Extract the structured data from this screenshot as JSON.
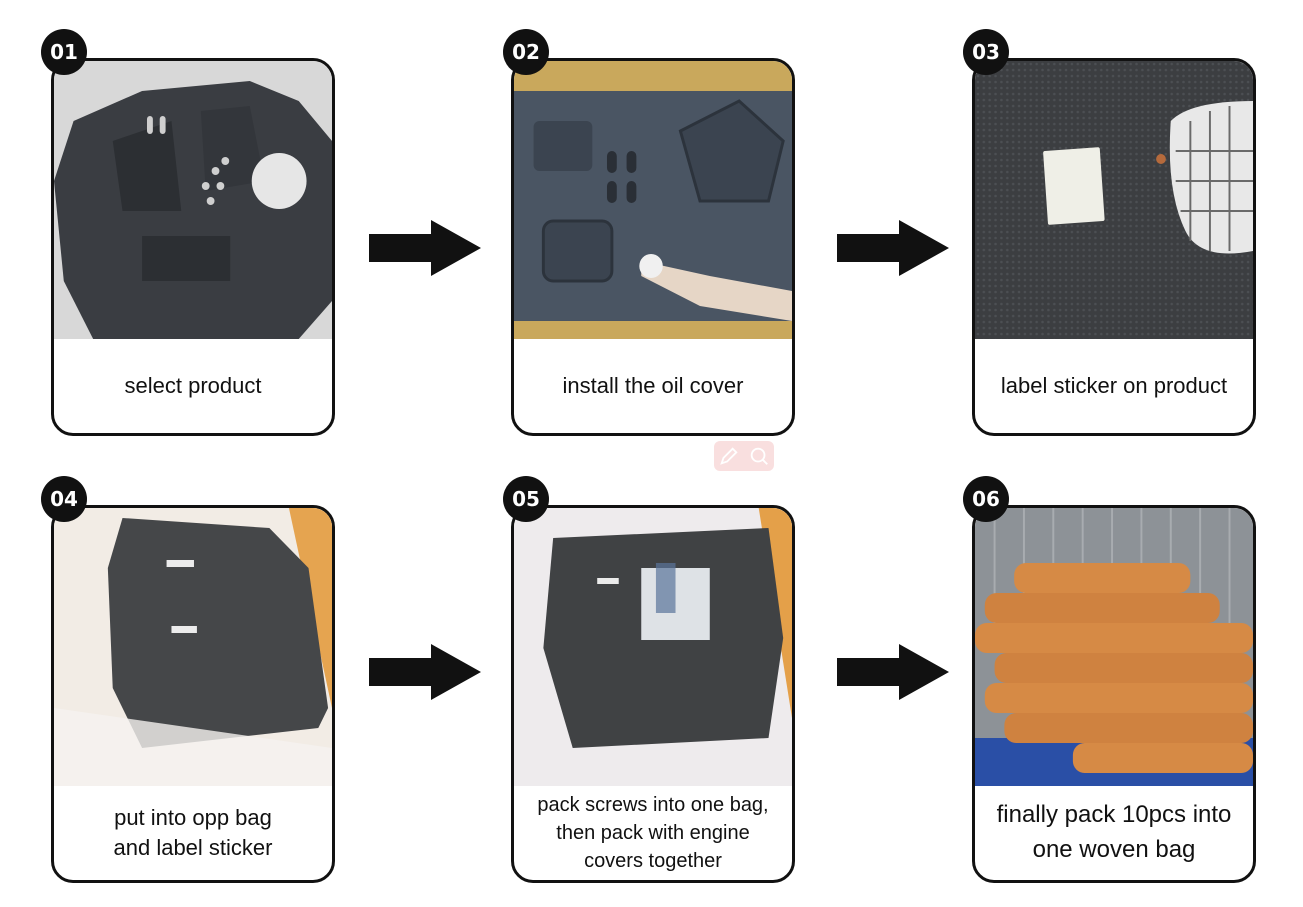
{
  "steps": [
    {
      "number": "01",
      "caption": "select product"
    },
    {
      "number": "02",
      "caption": "install the oil cover"
    },
    {
      "number": "03",
      "caption": "label sticker on product"
    },
    {
      "number": "04",
      "caption": "put into opp bag\nand label sticker"
    },
    {
      "number": "05",
      "caption": "pack screws into one bag,\nthen pack with engine\ncovers together"
    },
    {
      "number": "06",
      "caption": "finally pack 10pcs into\none woven bag"
    }
  ],
  "icons": {
    "arrow": "right-arrow-icon",
    "watermark": [
      "pencil-icon",
      "search-icon"
    ]
  },
  "colors": {
    "border": "#111111",
    "badge": "#111111",
    "arrow": "#111111",
    "watermark": "#f9dada"
  }
}
